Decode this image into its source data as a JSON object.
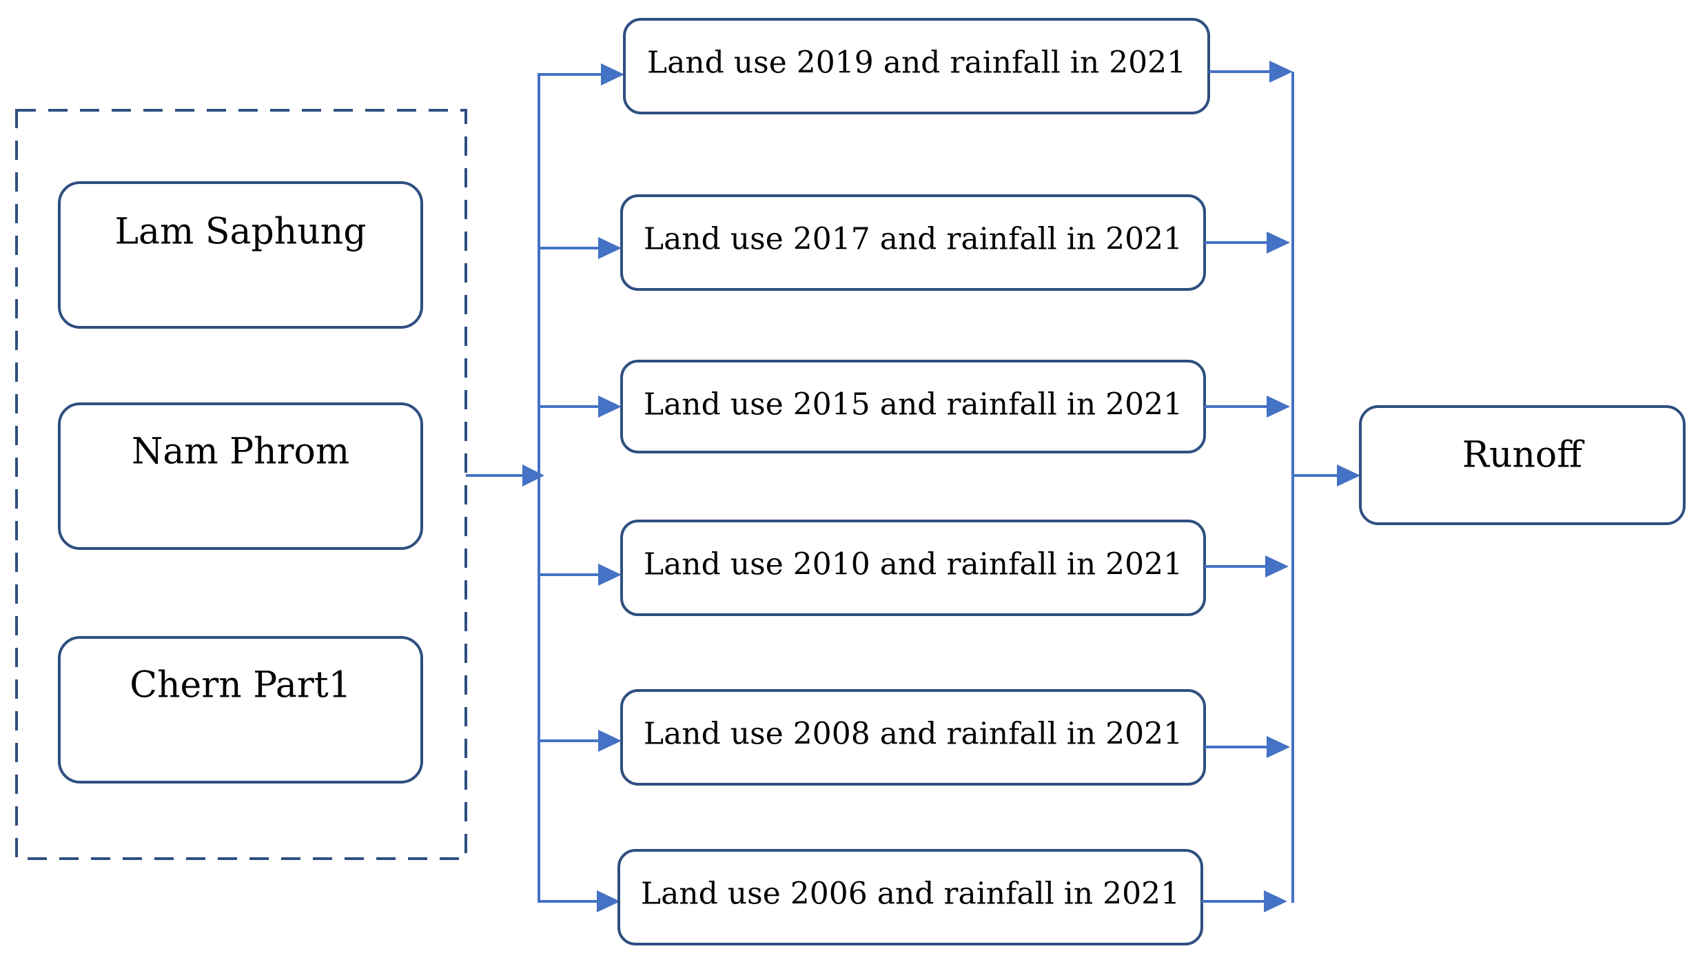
{
  "diagram": {
    "sites": [
      {
        "label": "Lam Saphung"
      },
      {
        "label": "Nam Phrom"
      },
      {
        "label": "Chern Part1"
      }
    ],
    "scenarios": [
      {
        "label": "Land use 2019 and rainfall in 2021"
      },
      {
        "label": "Land use 2017 and rainfall in 2021"
      },
      {
        "label": "Land use 2015 and rainfall in 2021"
      },
      {
        "label": "Land use 2010 and rainfall in 2021"
      },
      {
        "label": "Land use 2008 and rainfall in 2021"
      },
      {
        "label": "Land use 2006 and rainfall in 2021"
      }
    ],
    "output": {
      "label": "Runoff"
    }
  },
  "colors": {
    "box_border": "#2f4f7f",
    "connector": "#4472c4",
    "text": "#000000",
    "background": "#ffffff"
  }
}
